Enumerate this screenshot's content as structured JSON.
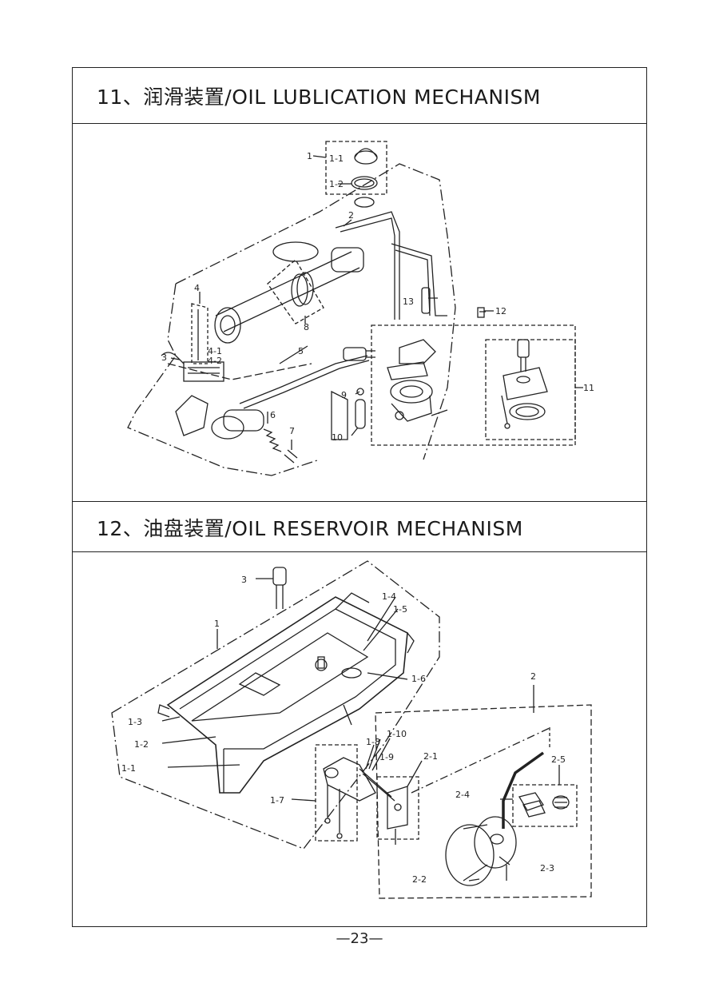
{
  "section1": {
    "title": "11、润滑装置/OIL LUBLICATION MECHANISM",
    "labels": {
      "p1": "1",
      "p1_1": "1-1",
      "p1_2": "1-2",
      "p2": "2",
      "p3": "3",
      "p4": "4",
      "p4_1": "4-1",
      "p4_2": "4-2",
      "p5": "5",
      "p6": "6",
      "p7": "7",
      "p8": "8",
      "p9": "9",
      "p10": "10",
      "p11": "11",
      "p12": "12",
      "p13": "13"
    }
  },
  "section2": {
    "title": "12、油盘装置/OIL RESERVOIR MECHANISM",
    "labels": {
      "p1": "1",
      "p1_1": "1-1",
      "p1_2": "1-2",
      "p1_3": "1-3",
      "p1_4": "1-4",
      "p1_5": "1-5",
      "p1_6": "1-6",
      "p1_7": "1-7",
      "p1_8": "1-8",
      "p1_9": "1-9",
      "p1_10": "1-10",
      "p2": "2",
      "p2_1": "2-1",
      "p2_2": "2-2",
      "p2_3": "2-3",
      "p2_4": "2-4",
      "p2_5": "2-5",
      "p3": "3"
    }
  },
  "page": {
    "number": "—23—"
  }
}
